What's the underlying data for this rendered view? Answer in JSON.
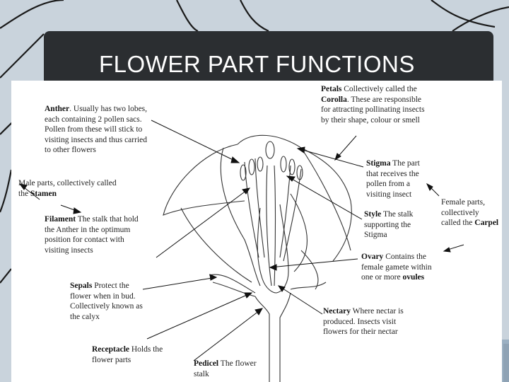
{
  "slide": {
    "title": "FLOWER PART FUNCTIONS"
  },
  "labels": {
    "anther": {
      "name": "Anther",
      "text": ". Usually has two lobes, each containing 2 pollen sacs. Pollen from these will stick to visiting insects and thus carried to other flowers"
    },
    "stamen": {
      "text": "Male parts, collectively called the ",
      "name": "Stamen"
    },
    "filament": {
      "name": "Filament",
      "text": " The stalk that hold the Anther in the optimum position for contact with visiting insects"
    },
    "sepals": {
      "name": "Sepals",
      "text": " Protect the flower when in bud. Collectively known as the calyx"
    },
    "receptacle": {
      "name": "Receptacle",
      "text": " Holds the flower parts"
    },
    "pedicel": {
      "name": "Pedicel",
      "text": " The flower stalk"
    },
    "petals": {
      "name": "Petals",
      "text": " Collectively called the ",
      "bold2": "Corolla",
      "text2": ". These are responsible for attracting pollinating insects by their shape, colour or smell"
    },
    "stigma": {
      "name": "Stigma",
      "text": " The part that receives the pollen from a visiting insect"
    },
    "carpel": {
      "text": "Female parts, collectively called the ",
      "name": "Carpel"
    },
    "style": {
      "name": "Style",
      "text": " The stalk supporting the Stigma"
    },
    "ovary": {
      "name": "Ovary",
      "text": " Contains the female gamete within one or more ",
      "bold2": "ovules"
    },
    "nectary": {
      "name": "Nectary",
      "text": " Where nectar is produced. Insects visit flowers for their nectar"
    }
  }
}
